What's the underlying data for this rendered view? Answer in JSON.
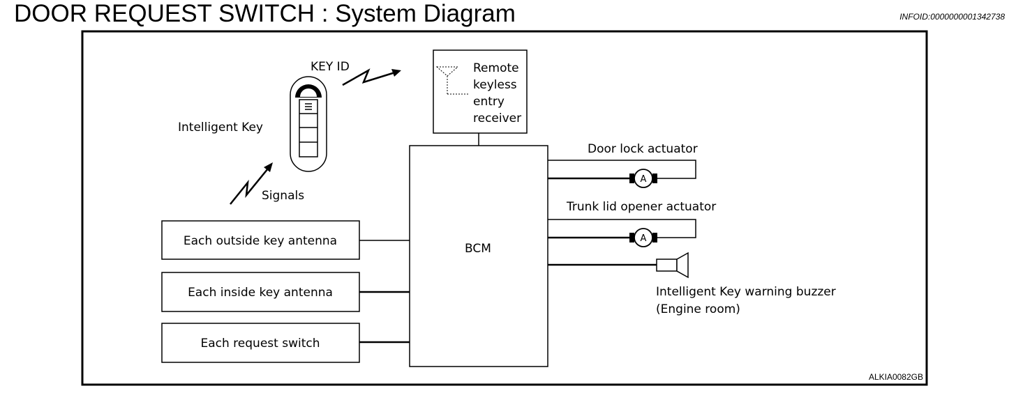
{
  "header": {
    "title": "DOOR REQUEST SWITCH : System Diagram",
    "info_id": "INFOID:0000000001342738"
  },
  "diagram": {
    "key_id_label": "KEY ID",
    "intelligent_key_label": "Intelligent Key",
    "signals_label": "Signals",
    "receiver_lines": [
      "Remote",
      "keyless",
      "entry",
      "receiver"
    ],
    "bcm_label": "BCM",
    "inputs": [
      "Each outside key antenna",
      "Each inside key antenna",
      "Each request switch"
    ],
    "door_lock_label": "Door lock actuator",
    "trunk_label": "Trunk lid opener actuator",
    "motor_symbol": "A",
    "buzzer_lines": [
      "Intelligent Key warning buzzer",
      "(Engine room)"
    ],
    "figure_code": "ALKIA0082GB"
  }
}
